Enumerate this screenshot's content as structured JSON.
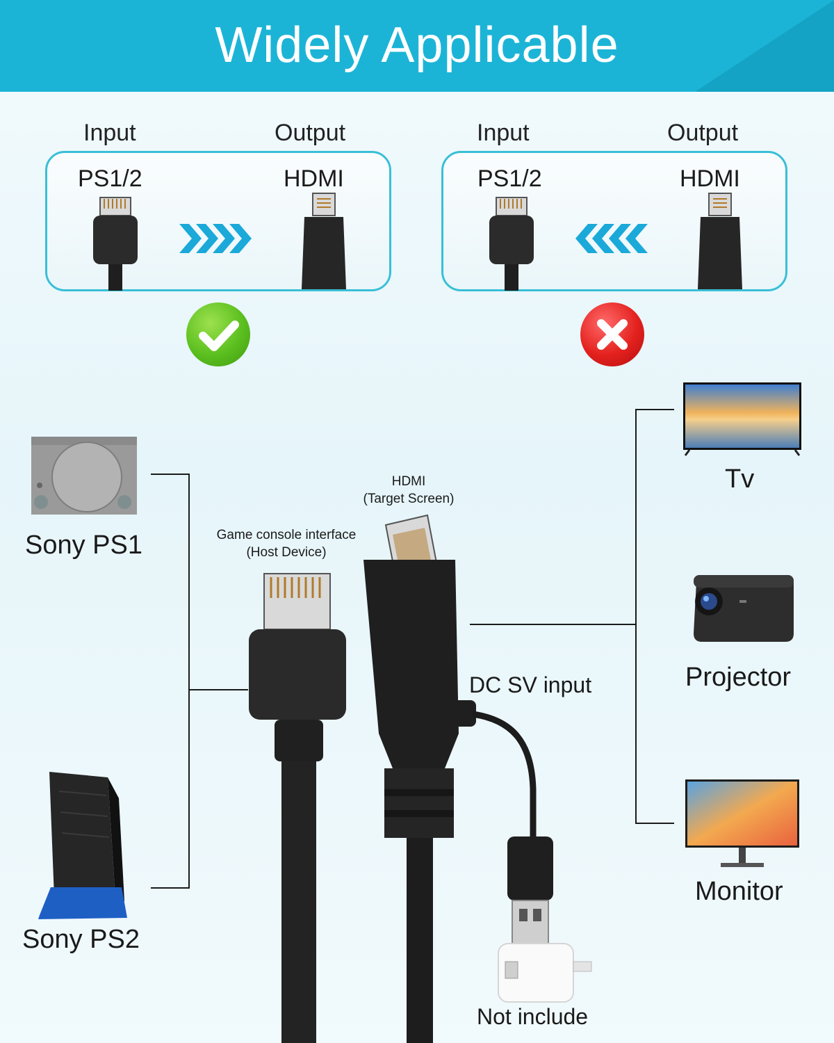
{
  "header": {
    "title": "Widely Applicable"
  },
  "panels": [
    {
      "input_caption": "Input",
      "output_caption": "Output",
      "input_port": "PS1/2",
      "output_port": "HDMI",
      "direction": "right",
      "status": "supported"
    },
    {
      "input_caption": "Input",
      "output_caption": "Output",
      "input_port": "PS1/2",
      "output_port": "HDMI",
      "direction": "left",
      "status": "unsupported"
    }
  ],
  "sources": [
    {
      "label": "Sony PS1",
      "icon": "ps1-console-icon"
    },
    {
      "label": "Sony PS2",
      "icon": "ps2-console-icon"
    }
  ],
  "cable": {
    "hdmi_label": "HDMI",
    "hdmi_sublabel": "(Target Screen)",
    "console_label": "Game console interface",
    "console_sublabel": "(Host Device)",
    "power_label": "DC SV input",
    "adapter_note": "Not include"
  },
  "displays": [
    {
      "label": "Tv",
      "icon": "tv-icon"
    },
    {
      "label": "Projector",
      "icon": "projector-icon"
    },
    {
      "label": "Monitor",
      "icon": "monitor-icon"
    }
  ],
  "colors": {
    "header": "#1cb4d6",
    "panel_border": "#39bfd6",
    "arrow": "#1aa9d8",
    "ok": "#5bbf1f",
    "bad": "#e3211e"
  }
}
